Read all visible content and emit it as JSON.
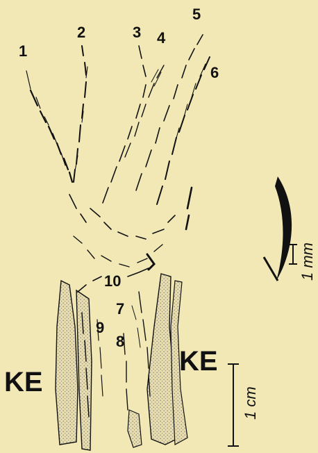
{
  "figure": {
    "ray_labels": [
      "1",
      "2",
      "3",
      "4",
      "5",
      "6",
      "7",
      "8",
      "9",
      "10"
    ],
    "region_labels": {
      "left": "KE",
      "right": "KE"
    },
    "scale_small": "1 mm",
    "scale_large": "1 cm"
  }
}
